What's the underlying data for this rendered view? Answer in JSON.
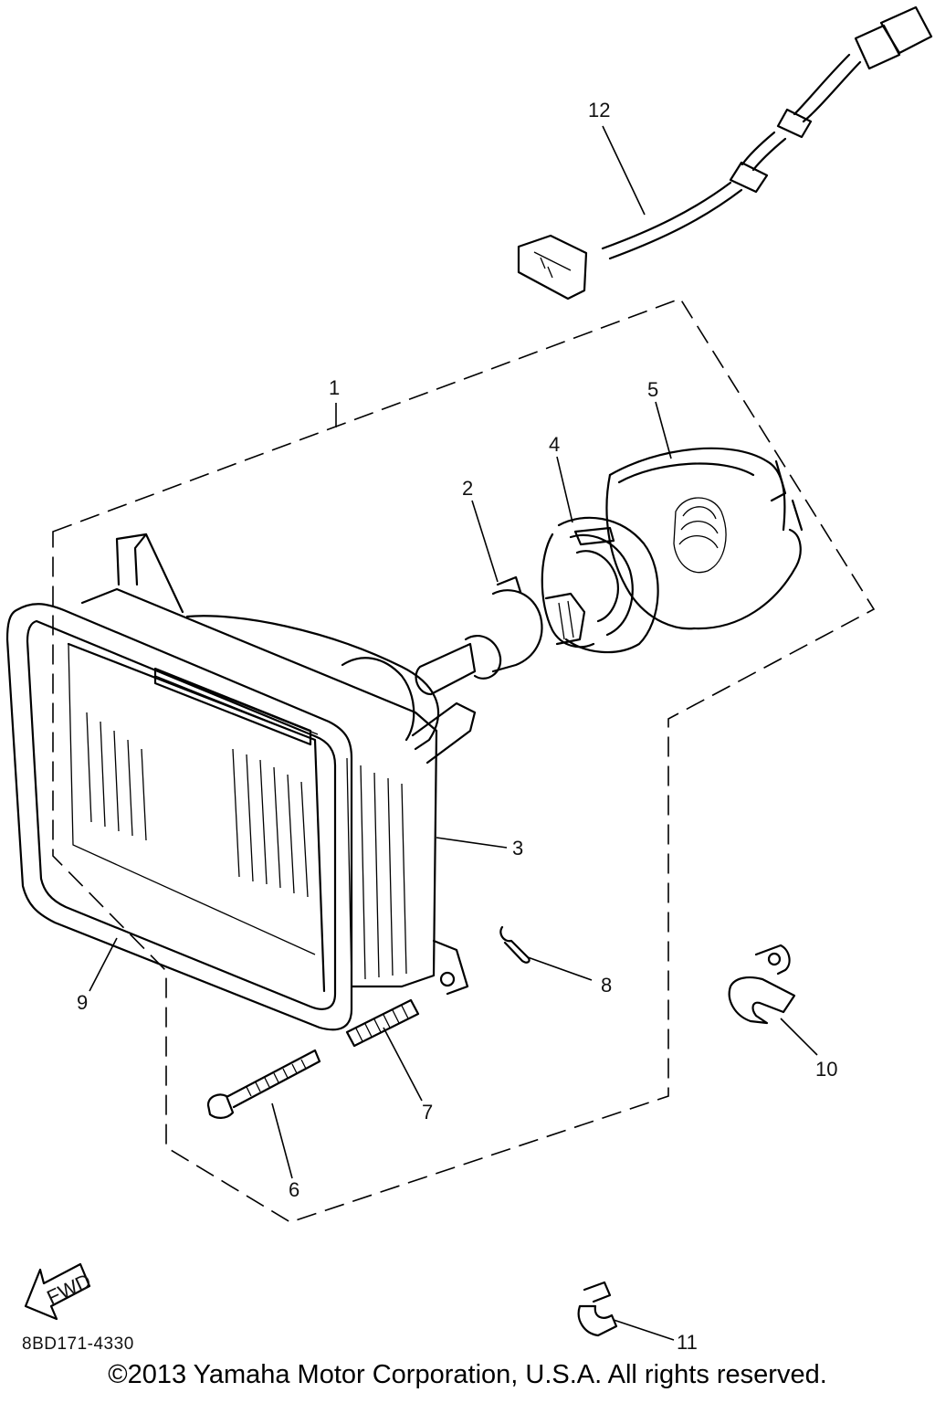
{
  "diagram": {
    "callouts": [
      "1",
      "2",
      "3",
      "4",
      "5",
      "6",
      "7",
      "8",
      "9",
      "10",
      "11",
      "12"
    ],
    "forward_arrow_label": "FWD",
    "drawing_code": "8BD171-4330",
    "copyright": "©2013 Yamaha Motor Corporation, U.S.A. All rights reserved."
  }
}
